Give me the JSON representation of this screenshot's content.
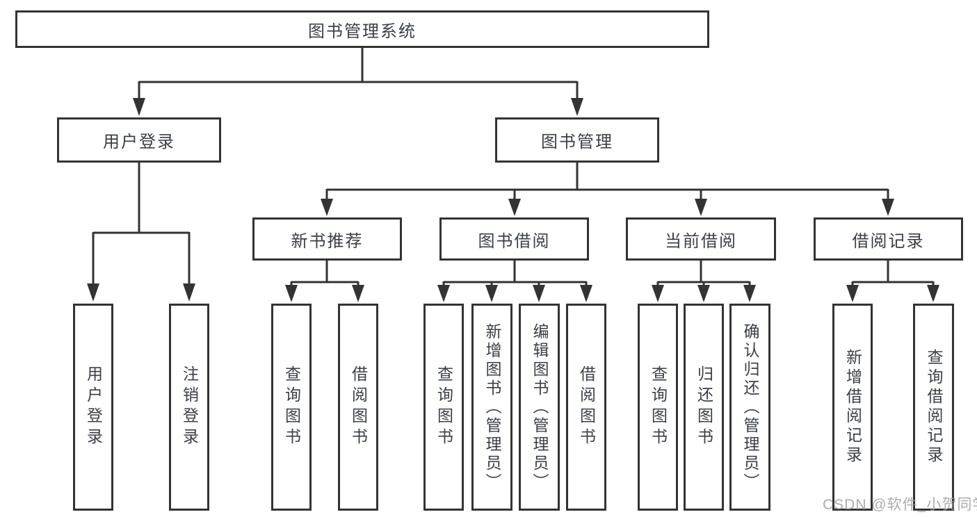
{
  "diagram": {
    "type": "hierarchy-tree",
    "line_color": "#333333",
    "text_color": "#3a3f46",
    "watermark_color": "#9e9e9e"
  },
  "tree": {
    "root": {
      "label": "图书管理系统",
      "children": [
        {
          "label": "用户登录",
          "children": [
            {
              "label": "用户登录"
            },
            {
              "label": "注销登录"
            }
          ]
        },
        {
          "label": "图书管理",
          "children": [
            {
              "label": "新书推荐",
              "children": [
                {
                  "label": "查询图书"
                },
                {
                  "label": "借阅图书"
                }
              ]
            },
            {
              "label": "图书借阅",
              "children": [
                {
                  "label": "查询图书"
                },
                {
                  "label": "新增图书（管理员）"
                },
                {
                  "label": "编辑图书（管理员）"
                },
                {
                  "label": "借阅图书"
                }
              ]
            },
            {
              "label": "当前借阅",
              "children": [
                {
                  "label": "查询图书"
                },
                {
                  "label": "归还图书"
                },
                {
                  "label": "确认归还（管理员）"
                }
              ]
            },
            {
              "label": "借阅记录",
              "children": [
                {
                  "label": "新增借阅记录"
                },
                {
                  "label": "查询借阅记录"
                }
              ]
            }
          ]
        }
      ]
    }
  },
  "watermark": "CSDN @软件_小贺同学"
}
